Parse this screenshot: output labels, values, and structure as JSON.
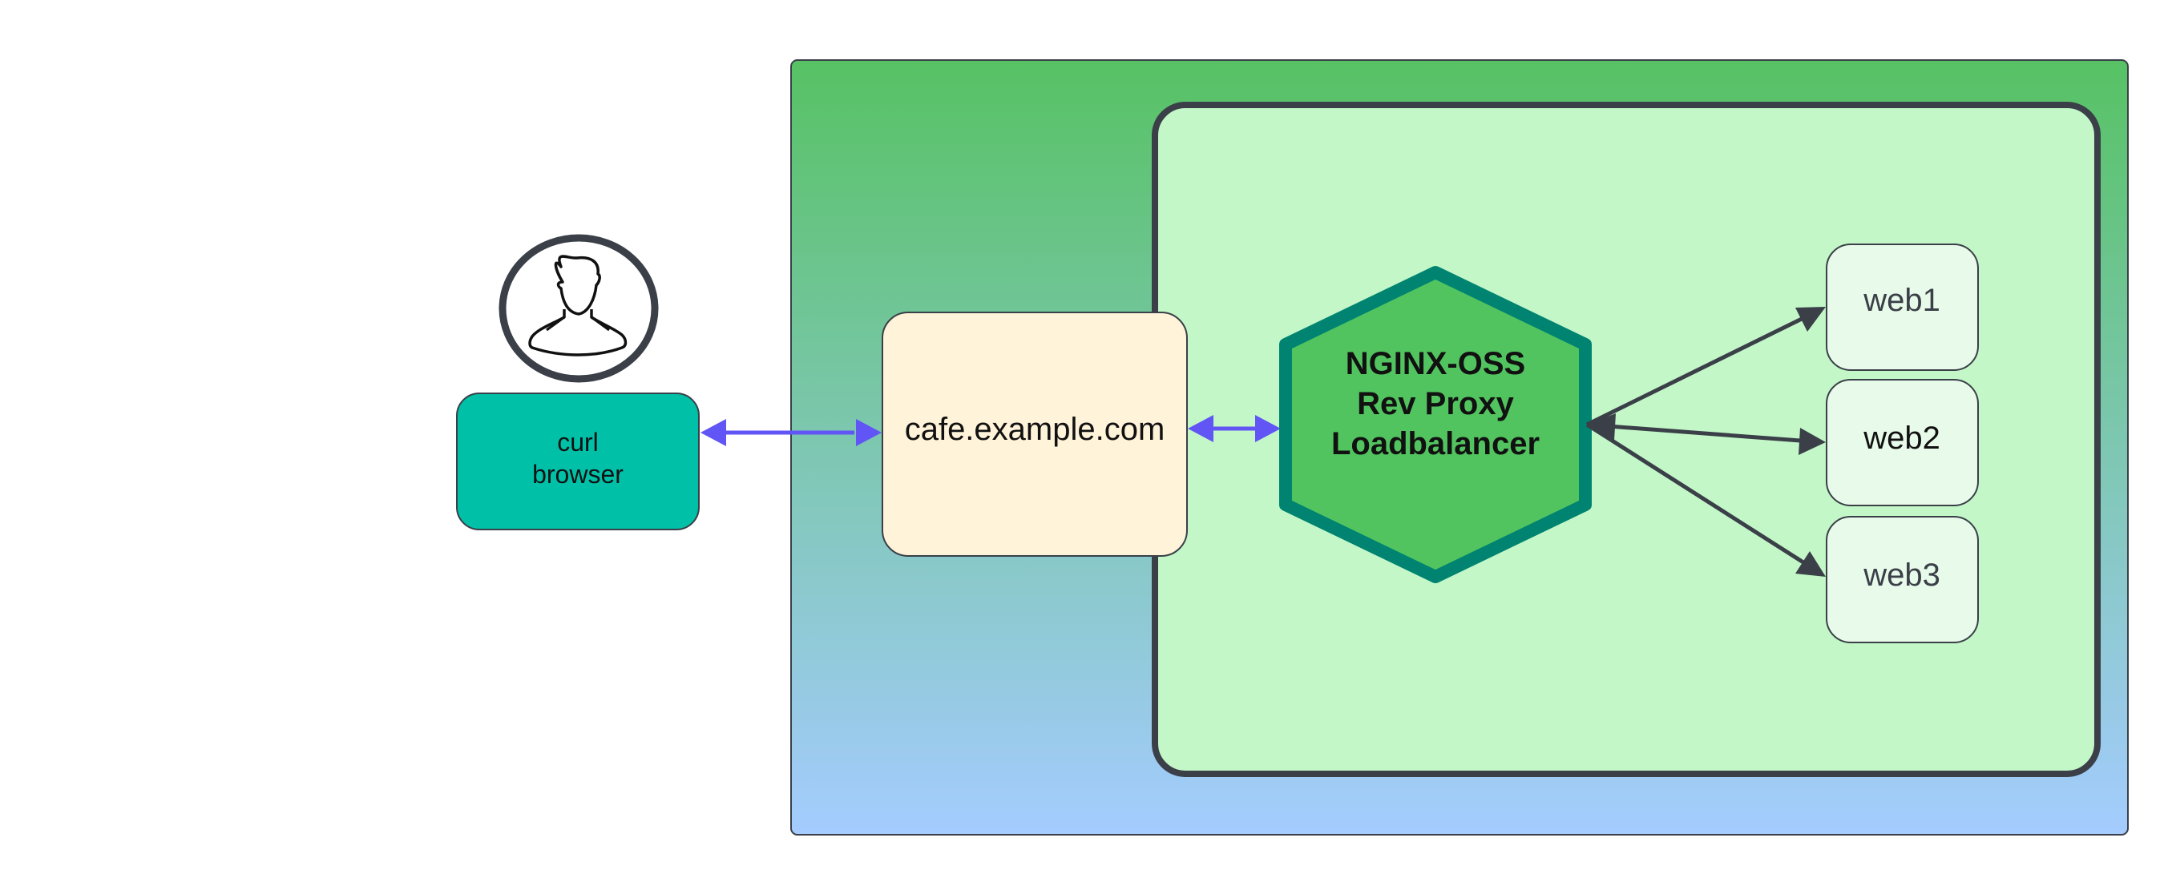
{
  "colors": {
    "outer_top": "#57c264",
    "outer_bottom": "#a4ccff",
    "inner_fill": "#c3f7c8",
    "inner_border": "#3a3f48",
    "client_fill": "#00c1a8",
    "host_fill": "#fff3d9",
    "hex_fill": "#52c45f",
    "hex_border": "#008471",
    "web_fill": "#e8fae9",
    "arrow_blue": "#6155f5",
    "arrow_dark": "#3a3f48"
  },
  "client": {
    "icon": "user-icon",
    "line1": "curl",
    "line2": "browser"
  },
  "host": {
    "label": "cafe.example.com"
  },
  "proxy": {
    "line1": "NGINX-OSS",
    "line2": "Rev Proxy",
    "line3": "Loadbalancer"
  },
  "backends": [
    {
      "label": "web1"
    },
    {
      "label": "web2"
    },
    {
      "label": "web3"
    }
  ]
}
